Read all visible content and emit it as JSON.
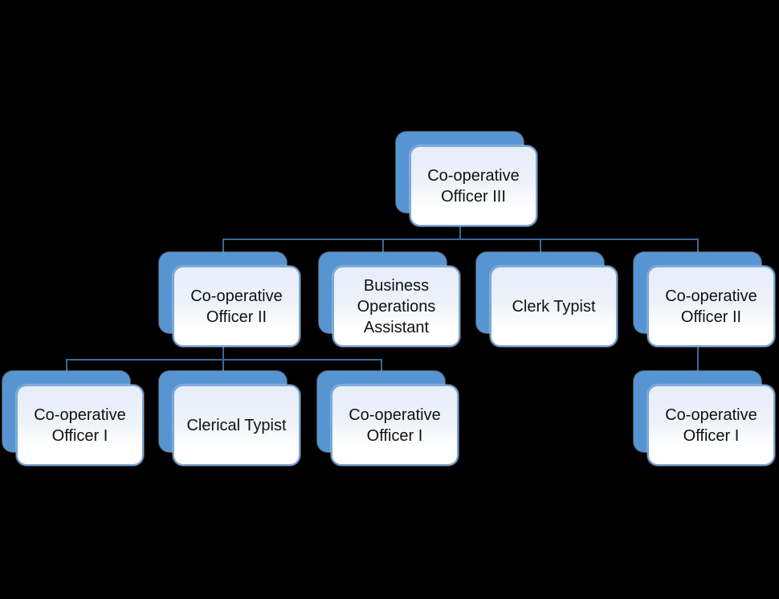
{
  "theme": {
    "background": "#000000",
    "back_panel_fill": "#5794D2",
    "front_panel_border": "#79A7DB",
    "front_panel_gradient_top": "#E7EDF9",
    "front_panel_gradient_bottom": "#FFFFFF",
    "connector_color": "#38689C",
    "text_color": "#111111"
  },
  "org_chart": {
    "type": "org-chart",
    "root": "Co-operative Officer III",
    "nodes": [
      {
        "id": "n1",
        "label": "Co-operative Officer III",
        "parent": null,
        "level": 1
      },
      {
        "id": "n2",
        "label": "Co-operative Officer II",
        "parent": "n1",
        "level": 2
      },
      {
        "id": "n3",
        "label": "Business Operations Assistant",
        "parent": "n1",
        "level": 2
      },
      {
        "id": "n4",
        "label": "Clerk Typist",
        "parent": "n1",
        "level": 2
      },
      {
        "id": "n5",
        "label": "Co-operative Officer II",
        "parent": "n1",
        "level": 2
      },
      {
        "id": "n6",
        "label": "Co-operative Officer I",
        "parent": "n2",
        "level": 3
      },
      {
        "id": "n7",
        "label": "Clerical Typist",
        "parent": "n2",
        "level": 3
      },
      {
        "id": "n8",
        "label": "Co-operative Officer I",
        "parent": "n2",
        "level": 3
      },
      {
        "id": "n9",
        "label": "Co-operative Officer I",
        "parent": "n5",
        "level": 3
      }
    ]
  }
}
